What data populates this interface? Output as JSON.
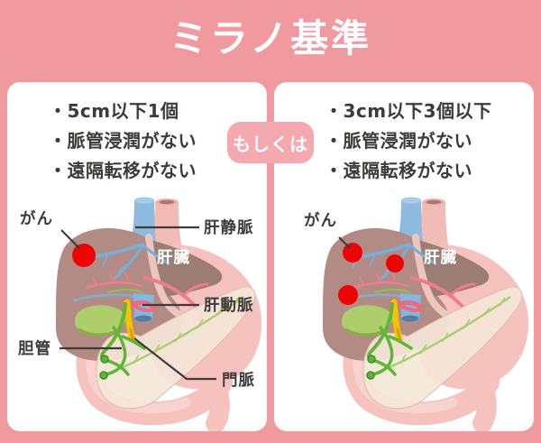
{
  "title": "ミラノ基準",
  "connector": {
    "label": "もしくは"
  },
  "colors": {
    "background_pink": "#F09AA0",
    "badge_pink": "#F3A9AF",
    "panel_white": "#FFFFFF",
    "text_dark": "#3E3A39",
    "tumor_red": "#ED0404",
    "liver_mauve": "#B18B84",
    "liver_dark_lobe": "#9C7D74",
    "vein_blue": "#8CBBDF",
    "artery_pink": "#F2687E",
    "portal_yellow": "#F4C402",
    "bile_green": "#5FB637",
    "gallbladder_green": "#AECE6C",
    "organ_pink": "#F5C2BD",
    "pancreas_beige": "#F4E7D8"
  },
  "panels": [
    {
      "criteria": [
        "・5cm以下1個",
        "・脈管浸潤がない",
        "・遠隔転移がない"
      ],
      "tumor_count": 1,
      "labels": {
        "cancer": "がん",
        "hepatic_vein": "肝静脈",
        "liver": "肝臓",
        "hepatic_artery": "肝動脈",
        "bile_duct": "胆管",
        "portal_vein": "門脈"
      }
    },
    {
      "criteria": [
        "・3cm以下3個以下",
        "・脈管浸潤がない",
        "・遠隔転移がない"
      ],
      "tumor_count": 3,
      "labels": {
        "cancer": "がん",
        "liver": "肝臓"
      }
    }
  ]
}
